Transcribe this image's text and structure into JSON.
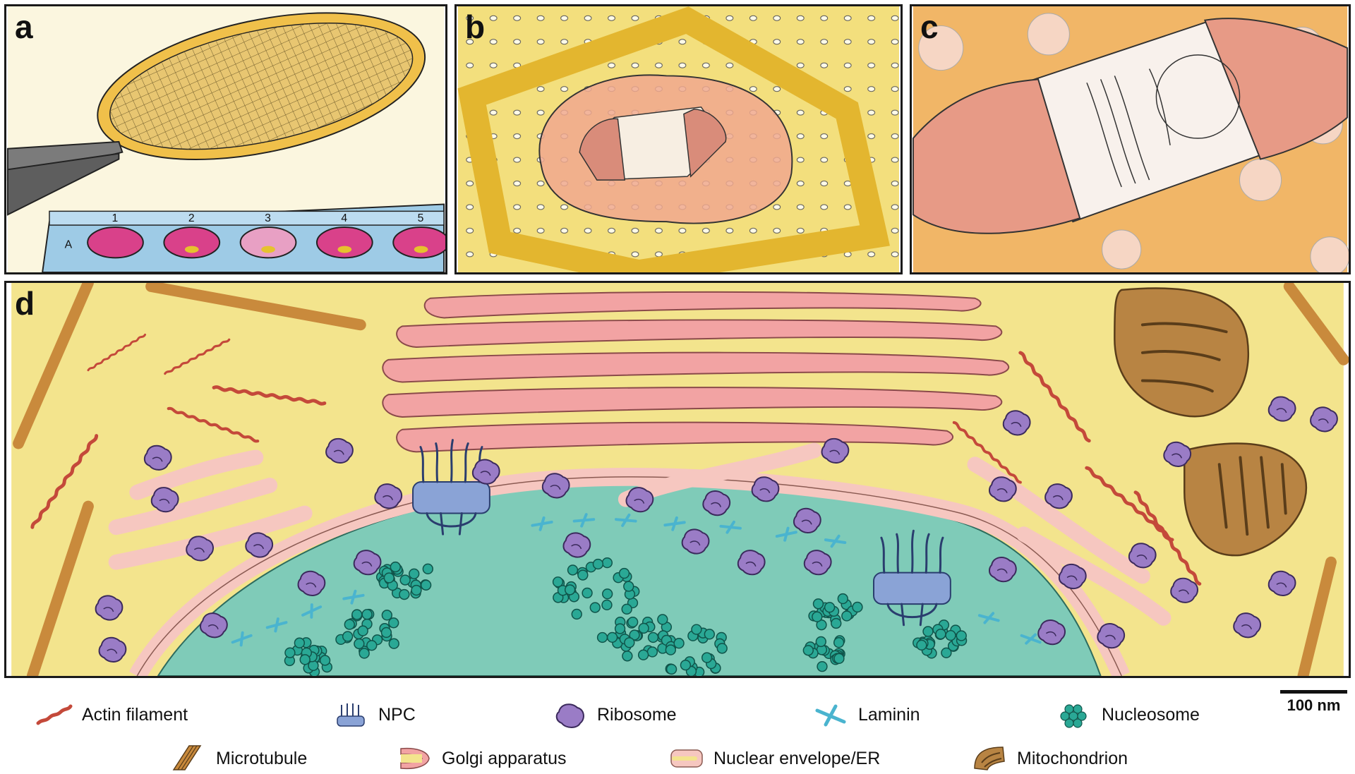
{
  "panels": {
    "a": {
      "letter": "a",
      "well_numbers": [
        "1",
        "2",
        "3",
        "4",
        "5"
      ],
      "row_label": "A"
    },
    "b": {
      "letter": "b"
    },
    "c": {
      "letter": "c"
    },
    "d": {
      "letter": "d"
    }
  },
  "legend": {
    "row1": [
      "Actin filament",
      "NPC",
      "Ribosome",
      "Laminin",
      "Nucleosome"
    ],
    "row2": [
      "Microtubule",
      "Golgi apparatus",
      "Nuclear envelope/ER",
      "Mitochondrion"
    ]
  },
  "scale_bar": {
    "label": "100 nm"
  },
  "colors": {
    "actin": "#c4493a",
    "microtubule": "#c98a3c",
    "npc": "#8aa3d6",
    "ribosome": "#9a7cc6",
    "laminin": "#4ab4cf",
    "nucleosome": "#2aa895",
    "golgi": "#f2a3a3",
    "er": "#f6c7c0",
    "mitochondrion": "#b88443",
    "background_yellow": "#f5e6a0",
    "nucleus": "#7fcbb8"
  }
}
